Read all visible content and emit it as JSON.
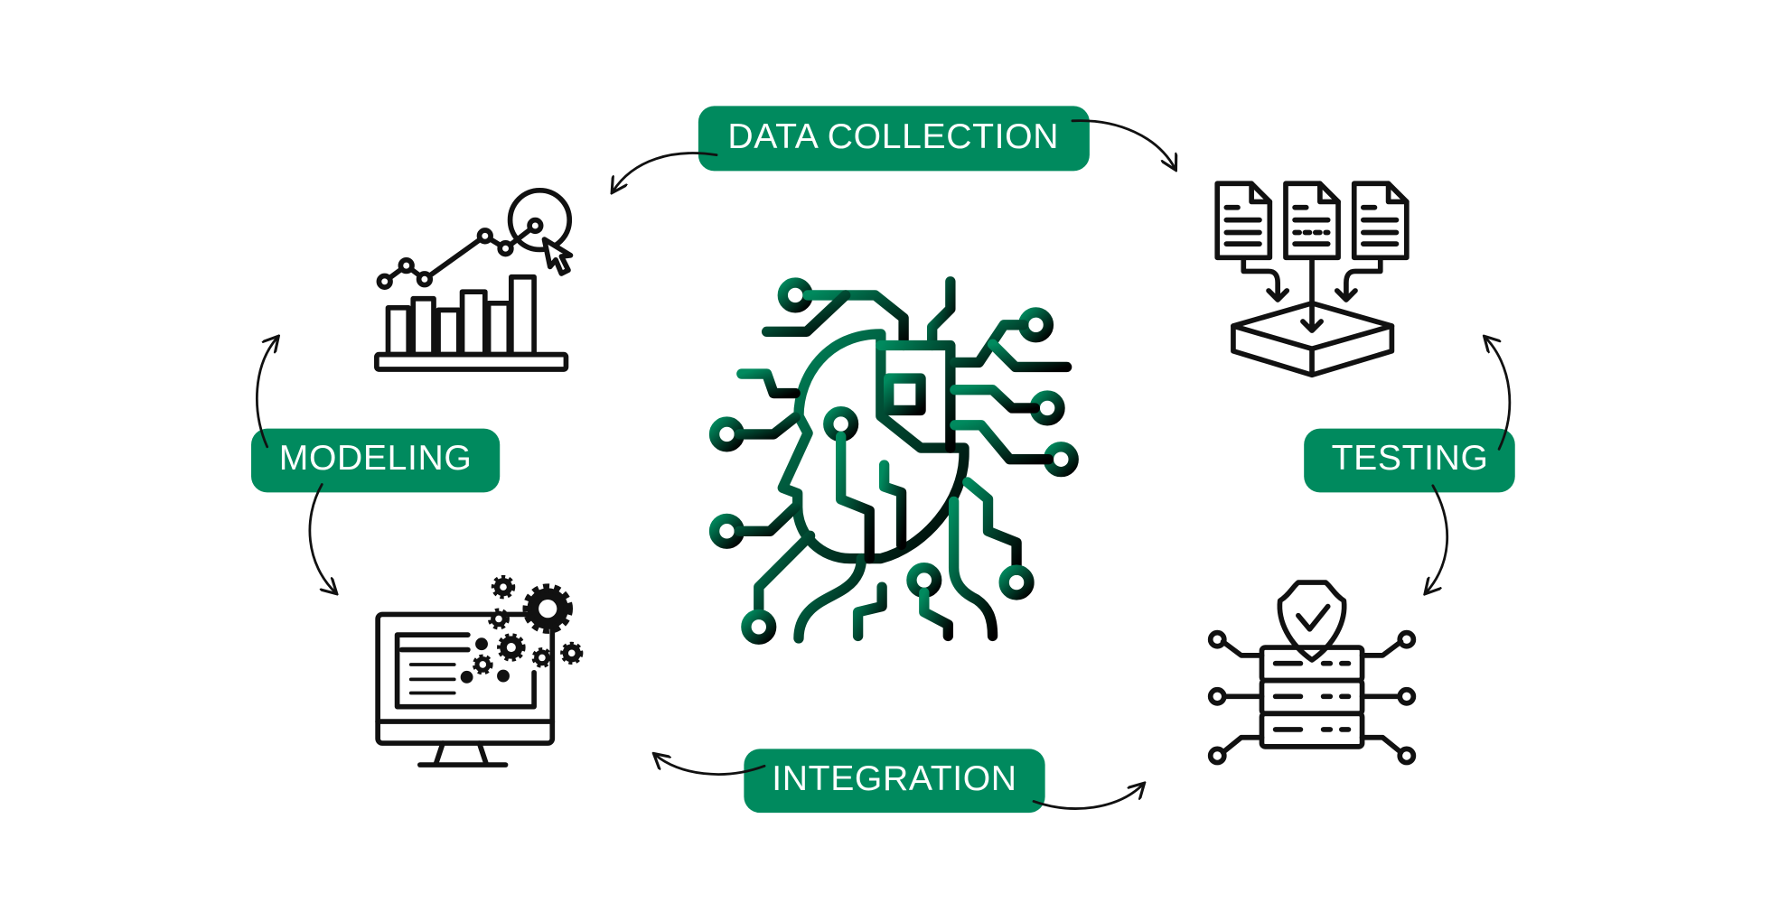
{
  "diagram": {
    "stages": [
      {
        "label": "DATA COLLECTION",
        "icon": "documents-to-tray-icon"
      },
      {
        "label": "TESTING",
        "icon": "secure-server-icon"
      },
      {
        "label": "INTEGRATION",
        "icon": "monitor-gears-icon"
      },
      {
        "label": "MODELING",
        "icon": "analytics-chart-icon"
      }
    ],
    "center_icon": "ai-circuit-head-icon",
    "colors": {
      "accent": "#008A5E",
      "icon": "#111111",
      "gradient_start": "#008A5E",
      "gradient_end": "#000000"
    }
  }
}
